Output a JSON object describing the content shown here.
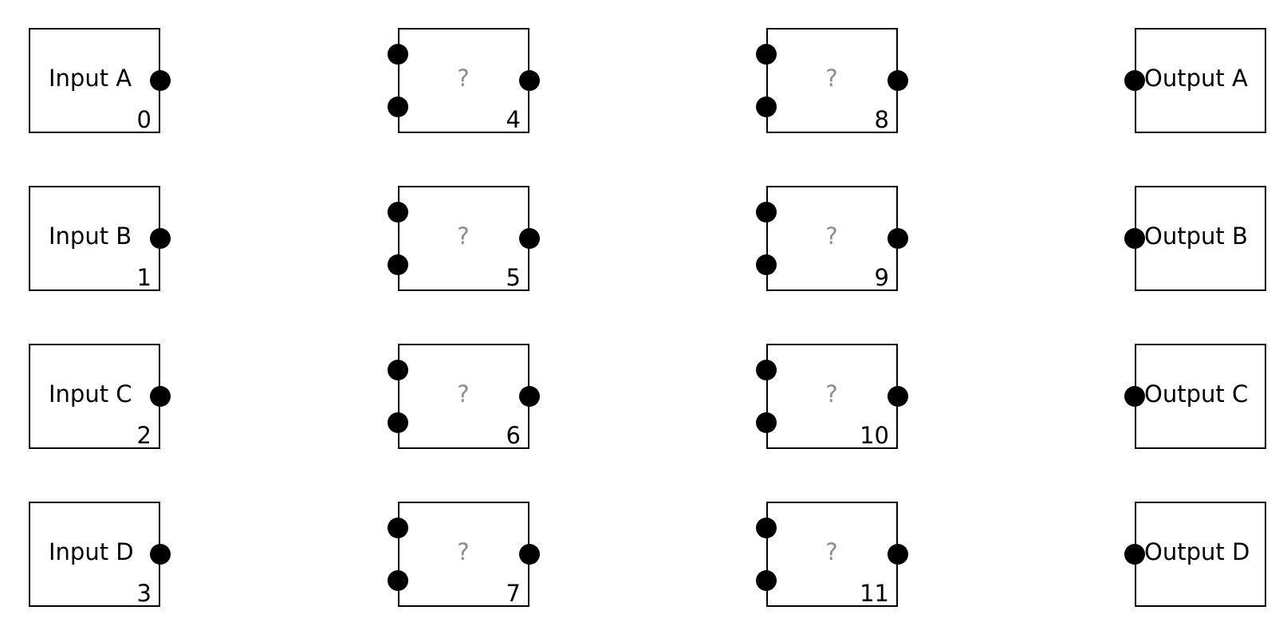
{
  "diagram": {
    "inputs": [
      {
        "label": "Input A",
        "index": "0"
      },
      {
        "label": "Input B",
        "index": "1"
      },
      {
        "label": "Input C",
        "index": "2"
      },
      {
        "label": "Input D",
        "index": "3"
      }
    ],
    "gates_col1": [
      {
        "label": "?",
        "index": "4"
      },
      {
        "label": "?",
        "index": "5"
      },
      {
        "label": "?",
        "index": "6"
      },
      {
        "label": "?",
        "index": "7"
      }
    ],
    "gates_col2": [
      {
        "label": "?",
        "index": "8"
      },
      {
        "label": "?",
        "index": "9"
      },
      {
        "label": "?",
        "index": "10"
      },
      {
        "label": "?",
        "index": "11"
      }
    ],
    "outputs": [
      {
        "label": "Output A"
      },
      {
        "label": "Output B"
      },
      {
        "label": "Output C"
      },
      {
        "label": "Output D"
      }
    ]
  }
}
